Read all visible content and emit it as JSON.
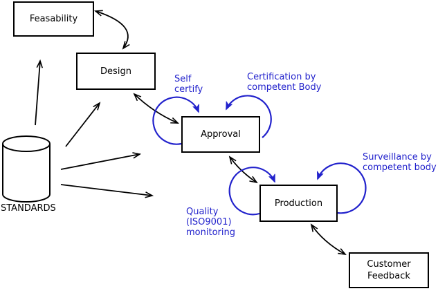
{
  "diagram": {
    "background_color": "#ffffff",
    "line_color": "#000000",
    "annotation_color": "#2222cc",
    "nodes": {
      "feasability": "Feasability",
      "design": "Design",
      "approval": "Approval",
      "production": "Production",
      "customer_feedback": "Customer\nFeedback",
      "standards": "STANDARDS"
    },
    "annotations": {
      "self_certify": "Self\ncertify",
      "certification": "Certification by\ncompetent Body",
      "surveillance": "Surveillance by\ncompetent body",
      "quality_monitoring": "Quality\n(ISO9001)\nmonitoring"
    },
    "relations": {
      "feasability_design": "bidirectional",
      "design_approval": "bidirectional",
      "approval_production": "bidirectional",
      "production_customer_feedback": "bidirectional",
      "standards_outputs": "arrows to feasability, design, approval direction, production direction"
    }
  }
}
